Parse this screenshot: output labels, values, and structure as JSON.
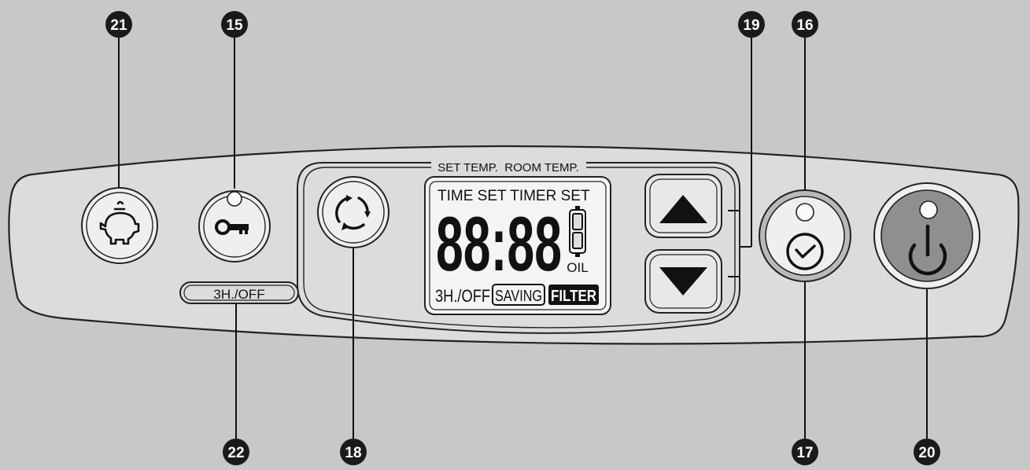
{
  "callouts": {
    "c21": "21",
    "c15": "15",
    "c19": "19",
    "c16": "16",
    "c22": "22",
    "c18": "18",
    "c17": "17",
    "c20": "20"
  },
  "panel": {
    "display_header": "SET TEMP.  ROOM TEMP.",
    "off_timer_label": "3H./OFF"
  },
  "lcd": {
    "top_row": "TIME SET TIMER SET",
    "digits": "88:88",
    "oil_label": "OIL",
    "bottom_off": "3H./OFF",
    "bottom_saving": "SAVING",
    "bottom_filter": "FILTER"
  },
  "colors": {
    "background": "#c8c8c8",
    "panel_fill": "#dcdcdc",
    "callout_fill": "#1a1a1a",
    "power_button": "#8f8f8f",
    "lcd_fill": "#f4f4f4"
  },
  "icons": {
    "eco_button": "piggy-bank-icon",
    "lock_button": "key-icon",
    "mode_button": "circular-arrows-icon",
    "up_button": "triangle-up-icon",
    "down_button": "triangle-down-icon",
    "timer_button": "clock-check-icon",
    "power_button": "power-icon"
  }
}
